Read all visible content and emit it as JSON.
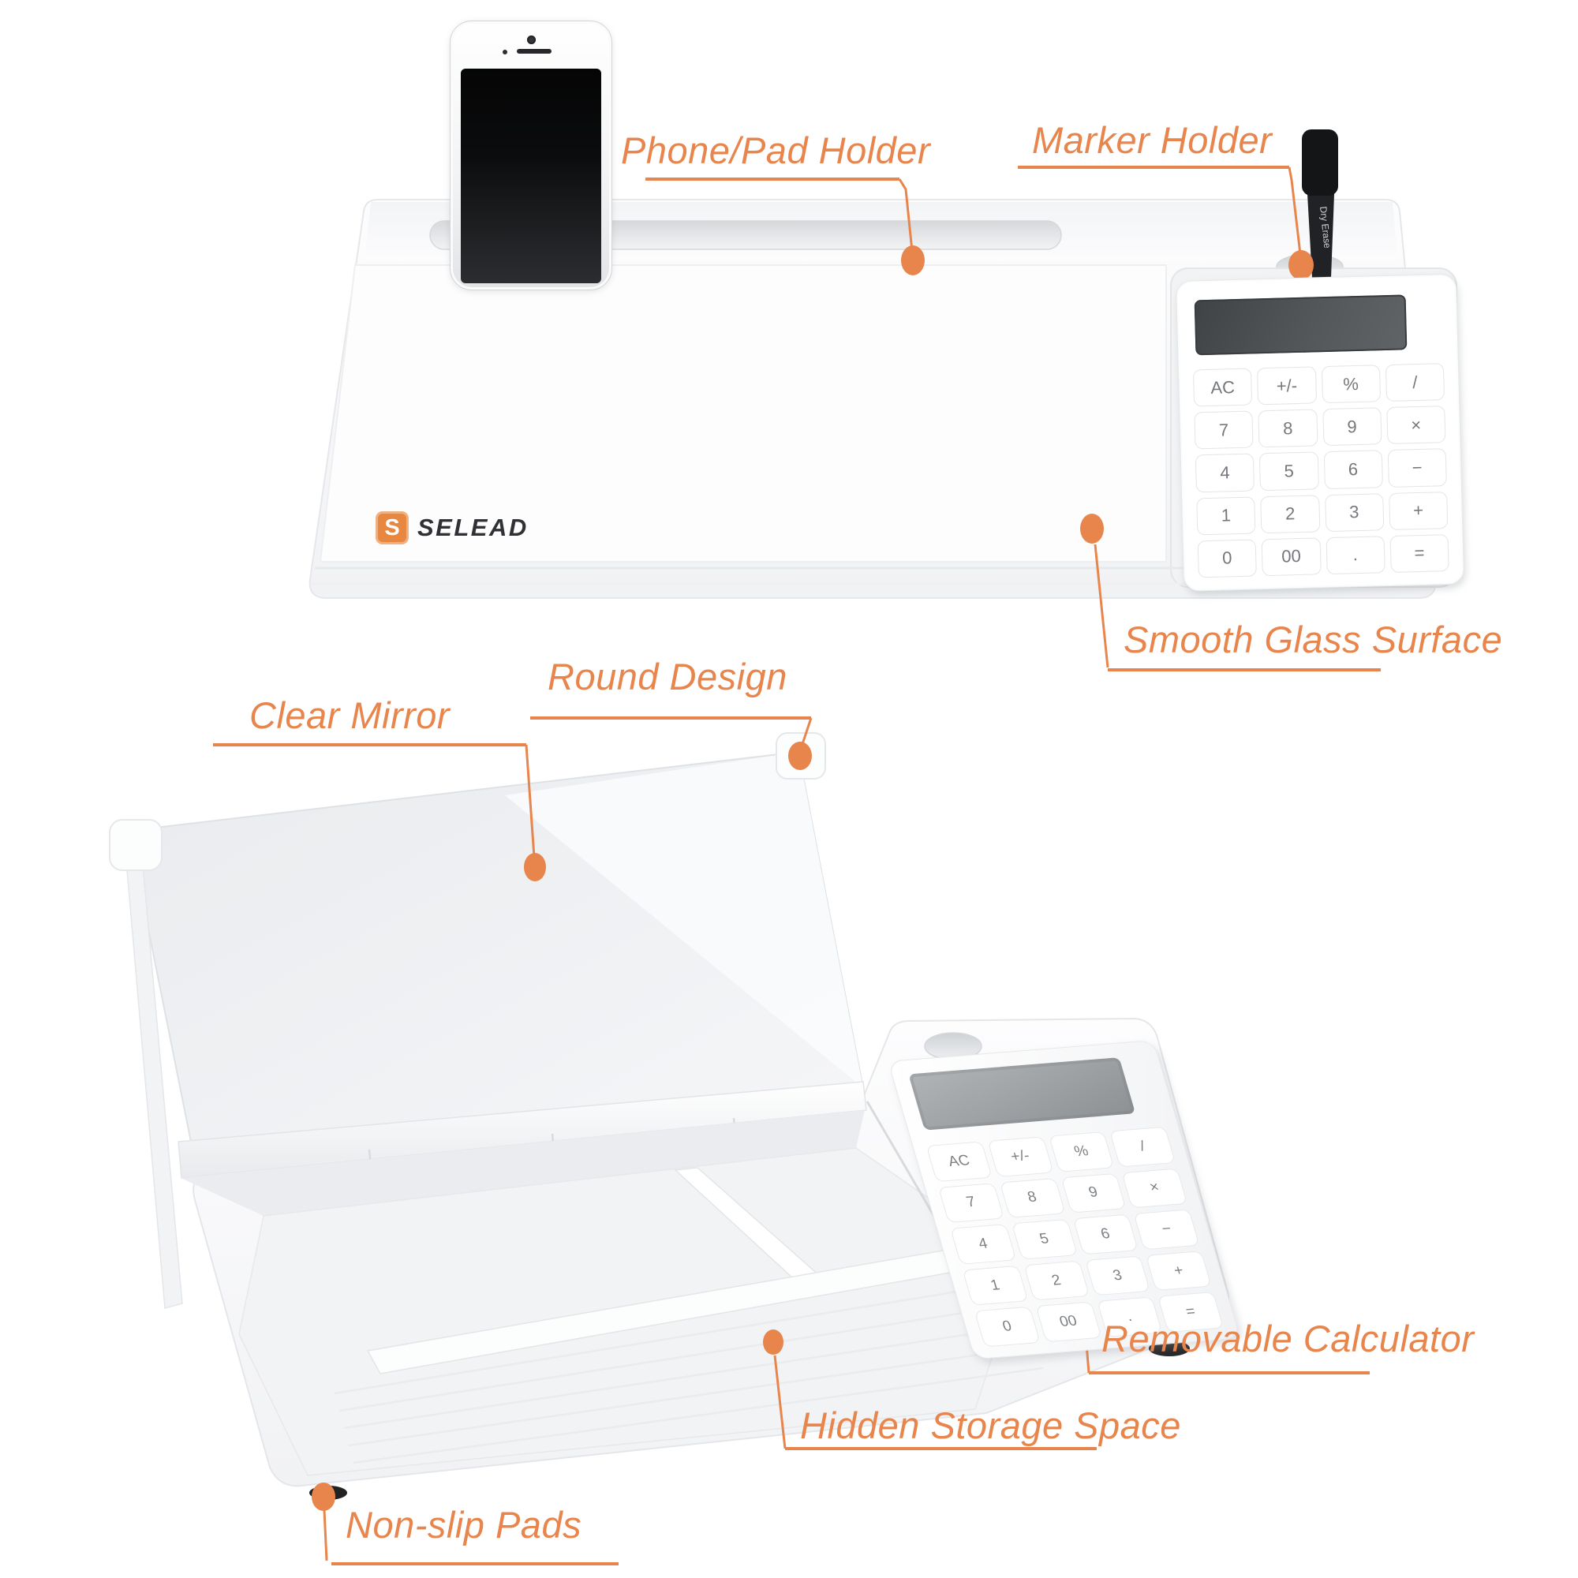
{
  "colors": {
    "accent": "#E8854C",
    "logo_orange": "#E8873F",
    "product_white": "#FFFFFF",
    "display_dark": "#4A4D50",
    "display_gray": "#9EA1A4"
  },
  "brand": {
    "logo_initial": "S",
    "logo_text": "SELEAD"
  },
  "annotations": {
    "phone_pad_holder": "Phone/Pad Holder",
    "marker_holder": "Marker Holder",
    "smooth_glass_surface": "Smooth Glass Surface",
    "clear_mirror": "Clear Mirror",
    "round_design": "Round Design",
    "removable_calculator": "Removable Calculator",
    "hidden_storage_space": "Hidden Storage Space",
    "non_slip_pads": "Non-slip Pads"
  },
  "marker": {
    "text": "Dry Erase"
  },
  "calculator": {
    "keys": [
      "AC",
      "+/-",
      "%",
      "/",
      "7",
      "8",
      "9",
      "×",
      "4",
      "5",
      "6",
      "−",
      "1",
      "2",
      "3",
      "+",
      "0",
      "00",
      ".",
      "="
    ]
  }
}
